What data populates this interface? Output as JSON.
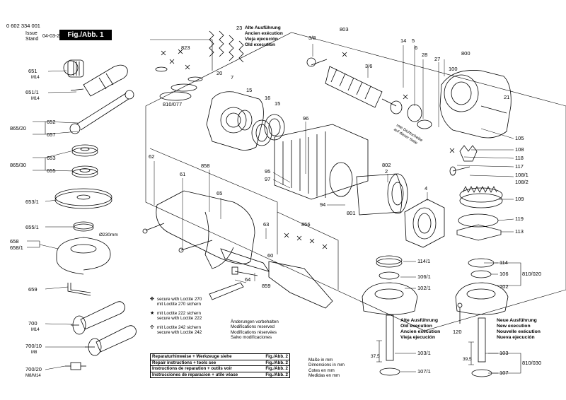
{
  "header": {
    "doc_number": "0 602 334 001",
    "issue_label": "Issue",
    "stand_label": "Stand",
    "issue_date": "04-03-25",
    "figure_label": "Fig./Abb. 1"
  },
  "callouts": {
    "c651": "651",
    "c651_sub": "M14",
    "c651_1": "651/1",
    "c651_1_sub": "M14",
    "c652": "652",
    "c865_20": "865/20",
    "c657": "657",
    "c653": "653",
    "c865_30": "865/30",
    "c655": "655",
    "c653_1": "653/1",
    "c655_1": "655/1",
    "c658": "658",
    "c658_1": "658/1",
    "c230": "Ø230mm",
    "c659": "659",
    "c700": "700",
    "c700_sub": "M14",
    "c700_10": "700/10",
    "c700_10_sub": "M8",
    "c700_20": "700/20",
    "c700_20_sub": "M8/M14",
    "c823": "823",
    "c20": "20",
    "c7": "7",
    "c810_077": "810/077",
    "c23": "23",
    "c15a": "15",
    "c16": "16",
    "c15b": "15",
    "c96": "96",
    "c62": "62",
    "c61": "61",
    "c858": "858",
    "c65": "65",
    "c95": "95",
    "c97": "97",
    "c94": "94",
    "c801": "801",
    "c802": "802",
    "c2": "2",
    "c4": "4",
    "c63": "63",
    "c856": "856",
    "c60": "60",
    "c64": "64",
    "c859": "859",
    "c3_8": "3/8",
    "c803": "803",
    "c3_6": "3/6",
    "c14": "14",
    "c5": "5",
    "c6": "6",
    "c28": "28",
    "c27": "27",
    "c800": "800",
    "c100": "100",
    "c21": "21",
    "c105": "105",
    "c108": "108",
    "c118": "118",
    "c117": "117",
    "c108_1": "108/1",
    "c108_2": "108/2",
    "c109": "109",
    "c119": "119",
    "c113": "113",
    "c114_1": "114/1",
    "c106_1": "106/1",
    "c102_1": "102/1",
    "c114": "114",
    "c106": "106",
    "c102": "102",
    "c810_020": "810/020",
    "c120": "120",
    "c103_1": "103/1",
    "c107_1": "107/1",
    "c37_5": "37,5",
    "c103": "103",
    "c107": "107",
    "c39_5": "39,5",
    "c810_030": "810/030"
  },
  "seal_note": [
    "rote Dichtscheibe",
    "auf dieser Seite"
  ],
  "spring_labels": [
    "Alte Ausführung",
    "Ancien exécution",
    "Vieja ejecución",
    "Old execution"
  ],
  "old_execution": [
    "Alte Ausführung",
    "Old execution",
    "Ancien exécution",
    "Vieja ejecución"
  ],
  "new_execution": [
    "Neue Ausführung",
    "New execution",
    "Nouvelle exécution",
    "Nueva ejecución"
  ],
  "legend": [
    {
      "symbol": "✤",
      "lines": [
        "secure with Loctite 270",
        "mit Loctite 270 sichern"
      ]
    },
    {
      "symbol": "★",
      "lines": [
        "mit Loctite 222 sichern",
        "secure with Loctite 222"
      ]
    },
    {
      "symbol": "✣",
      "lines": [
        "mit Loctite 242 sichern",
        "secure with Loctite 242"
      ]
    }
  ],
  "modifications": [
    "Änderungen vorbehalten",
    "Modifications reserved",
    "Modifications réservées",
    "Salvo modificaciones"
  ],
  "dimensions": [
    "Maße in mm",
    "Dimensions in mm",
    "Cotes en mm",
    "Medidas en mm"
  ],
  "repair_table": [
    {
      "text": "Reparaturhinweise + Werkzeuge siehe",
      "ref": "Fig./Abb. 2"
    },
    {
      "text": "Repair instructions + tools see",
      "ref": "Fig./Abb. 2"
    },
    {
      "text": "Instructions de reparation + outils voir",
      "ref": "Fig./Abb. 2"
    },
    {
      "text": "Instrucciones de reparacion + utile véase",
      "ref": "Fig./Abb. 2"
    }
  ]
}
